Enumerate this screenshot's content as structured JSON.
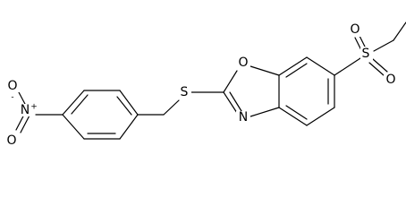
{
  "atoms": {
    "s_thioether": "S",
    "s_sulfonyl": "S",
    "o_ring": "O",
    "n_ring": "N",
    "o_sulfonyl_top": "O",
    "o_sulfonyl_bottom": "O",
    "n_nitro": "N",
    "o_nitro_top": "O",
    "o_nitro_bottom": "O"
  },
  "charges": {
    "n_nitro": "+",
    "o_nitro_top": "-"
  }
}
